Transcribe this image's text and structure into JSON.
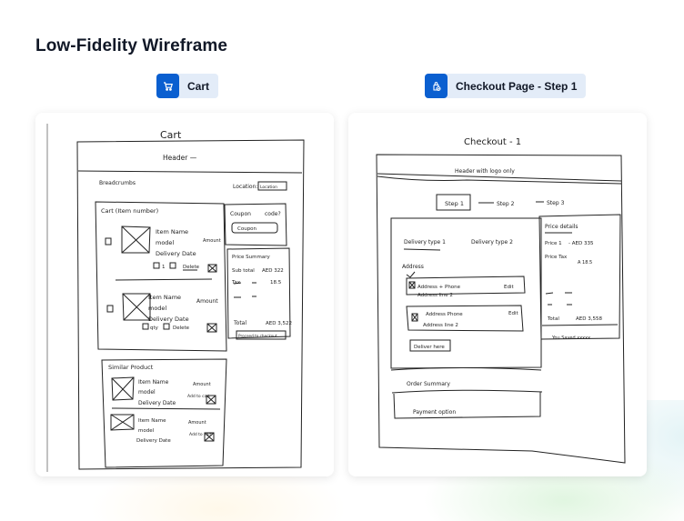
{
  "page": {
    "title": "Low-Fidelity Wireframe"
  },
  "chips": [
    {
      "label": "Cart",
      "icon": "cart-icon",
      "accent": "#0a5fd0"
    },
    {
      "label": "Checkout Page - Step 1",
      "icon": "bag-check-icon",
      "accent": "#0a5fd0"
    }
  ],
  "cart_sketch": {
    "title": "Cart",
    "header": "Header —",
    "breadcrumbs": "Breadcrumbs",
    "location_label": "Location:",
    "location_select": "Location",
    "cart_box_title": "Cart (Item number)",
    "items": [
      {
        "name": "Item Name",
        "model": "model",
        "delivery": "Delivery Date",
        "amount": "Amount",
        "qty": "1",
        "delete": "Delete"
      },
      {
        "name": "Item Name",
        "model": "model",
        "delivery": "Delivery Date",
        "amount": "Amount",
        "qty": "qty",
        "delete": "Delete"
      }
    ],
    "coupon": {
      "title": "Coupon",
      "code_label": "code?",
      "input": "Coupon"
    },
    "price_summary": {
      "title": "Price Summary",
      "subtotal_label": "Sub total",
      "subtotal_value": "AED 322",
      "tax_label": "Tax",
      "tax_value": "18.5",
      "total_label": "Total",
      "total_value": "AED 3,522",
      "checkout_button": "Proceed to checkout"
    },
    "similar": {
      "title": "Similar Product",
      "items": [
        {
          "name": "Item Name",
          "model": "model",
          "delivery": "Delivery Date",
          "amount": "Amount",
          "add": "Add to cart"
        },
        {
          "name": "Item Name",
          "model": "model",
          "delivery": "Delivery Date",
          "amount": "Amount",
          "add": "Add to cart"
        }
      ]
    }
  },
  "checkout_sketch": {
    "title": "Checkout - 1",
    "header": "Header with logo only",
    "steps": [
      "Step 1",
      "Step 2",
      "Step 3"
    ],
    "delivery_types": [
      "Delivery type 1",
      "Delivery type 2"
    ],
    "address_label": "Address",
    "addresses": [
      {
        "line1": "Address + Phone",
        "line2": "Address line 2",
        "edit": "Edit",
        "selected": true
      },
      {
        "line1": "Address Phone",
        "line2": "Address line 2",
        "edit": "Edit",
        "selected": false
      }
    ],
    "deliver_button": "Deliver here",
    "order_summary": "Order Summary",
    "payment_option": "Payment option",
    "price_details": {
      "title": "Price details",
      "price_label": "Price 1",
      "price_value": "- AED 335",
      "tax_label": "Price Tax",
      "tax_value": "A 18.5",
      "total_label": "Total",
      "total_value": "AED 3,558",
      "saved": "You Saved xxxxx"
    }
  }
}
